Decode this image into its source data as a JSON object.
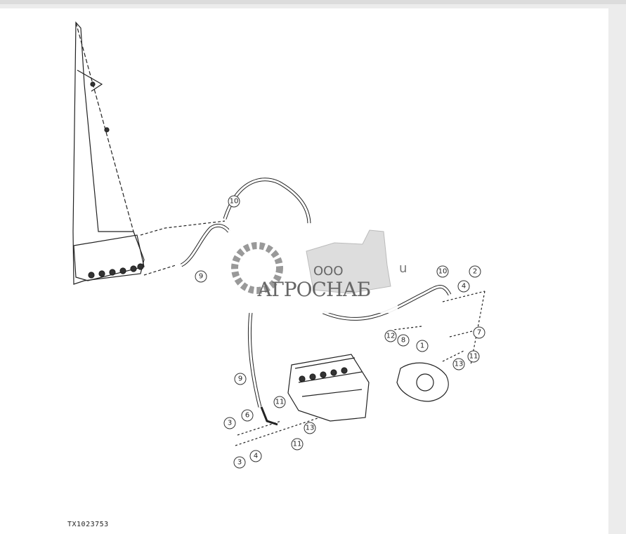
{
  "figure_id": "TX1023753",
  "watermark": {
    "prefix": "ООО",
    "name": "АГРОСНАБ",
    "suffix": "u"
  },
  "callouts": [
    "10",
    "9",
    "10",
    "2",
    "4",
    "7",
    "11",
    "13",
    "12",
    "8",
    "1",
    "9",
    "11",
    "6",
    "3",
    "13",
    "11",
    "3",
    "4"
  ]
}
